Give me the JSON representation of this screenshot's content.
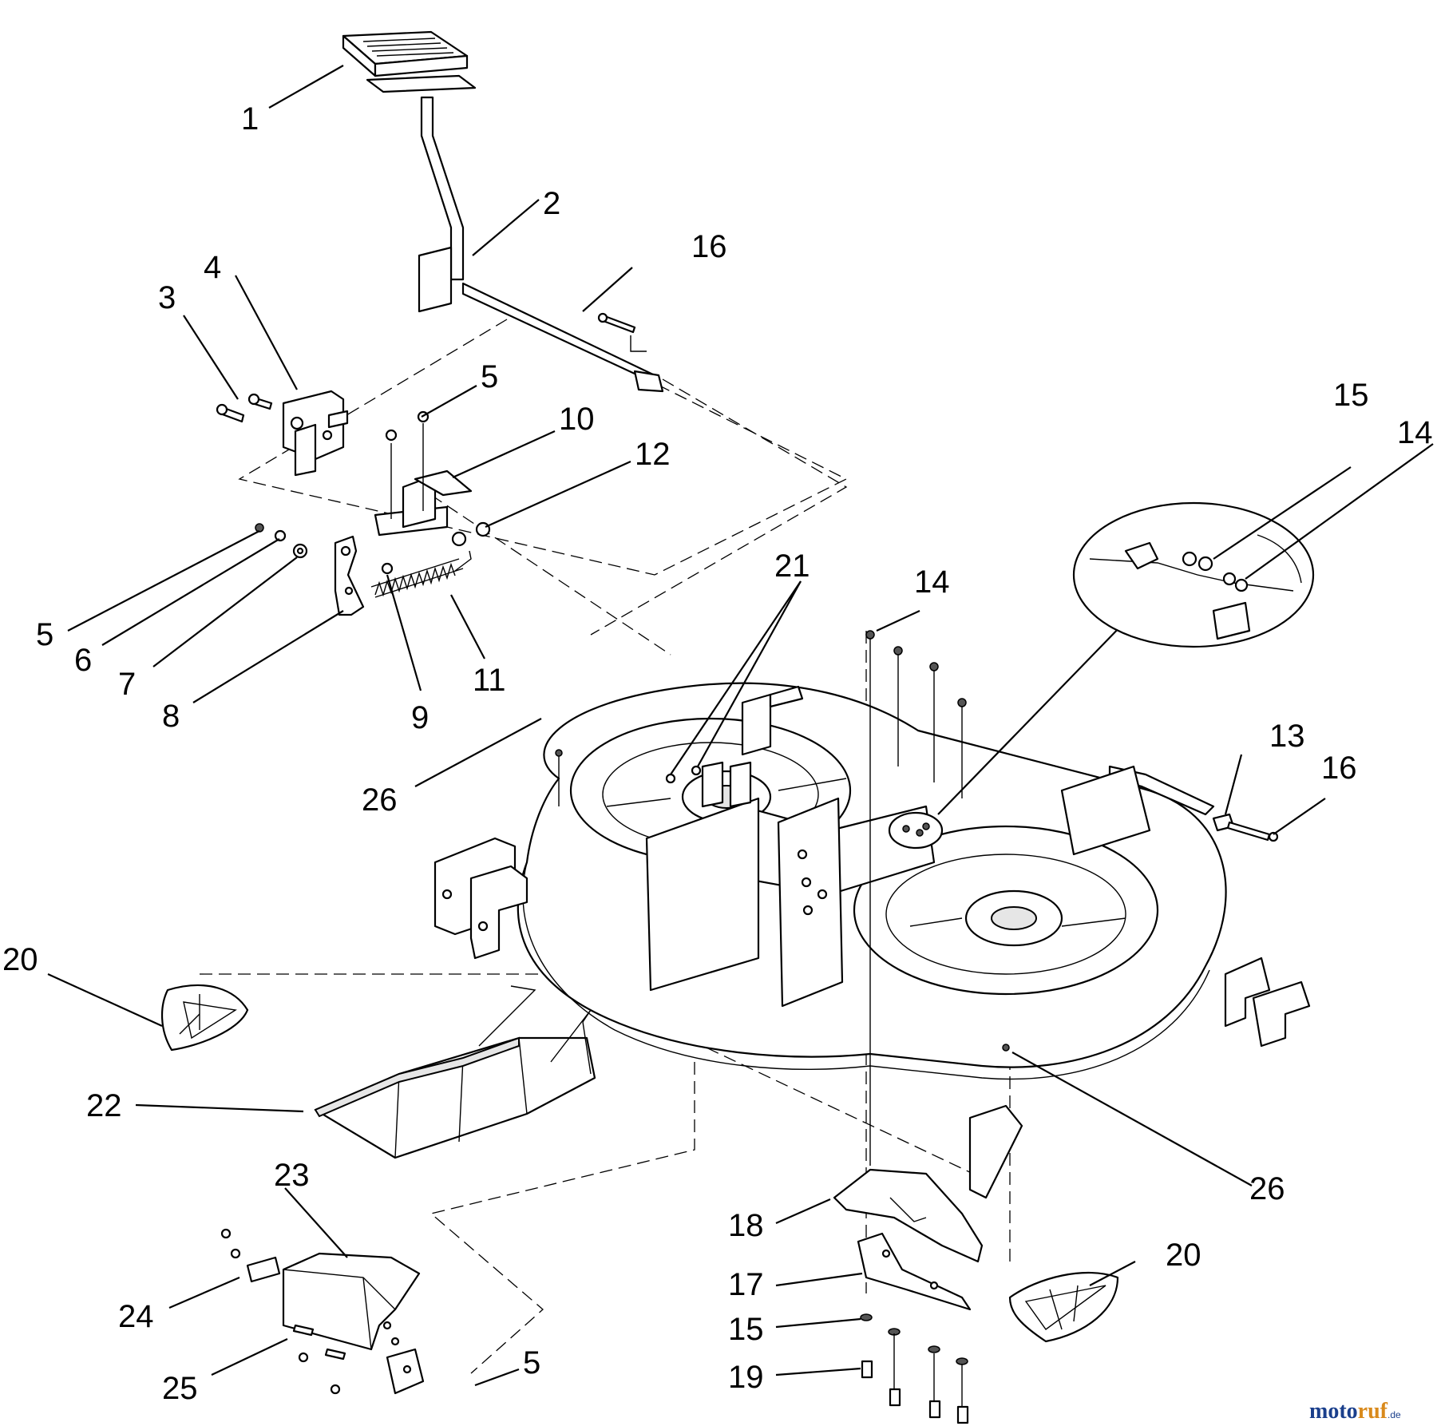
{
  "diagram": {
    "callouts": [
      {
        "id": "c1",
        "label": "1"
      },
      {
        "id": "c2",
        "label": "2"
      },
      {
        "id": "c3",
        "label": "3"
      },
      {
        "id": "c4",
        "label": "4"
      },
      {
        "id": "c5a",
        "label": "5"
      },
      {
        "id": "c5b",
        "label": "5"
      },
      {
        "id": "c5c",
        "label": "5"
      },
      {
        "id": "c6",
        "label": "6"
      },
      {
        "id": "c7",
        "label": "7"
      },
      {
        "id": "c8",
        "label": "8"
      },
      {
        "id": "c9",
        "label": "9"
      },
      {
        "id": "c10",
        "label": "10"
      },
      {
        "id": "c11",
        "label": "11"
      },
      {
        "id": "c12",
        "label": "12"
      },
      {
        "id": "c13",
        "label": "13"
      },
      {
        "id": "c14a",
        "label": "14"
      },
      {
        "id": "c14b",
        "label": "14"
      },
      {
        "id": "c15a",
        "label": "15"
      },
      {
        "id": "c15b",
        "label": "15"
      },
      {
        "id": "c16a",
        "label": "16"
      },
      {
        "id": "c16b",
        "label": "16"
      },
      {
        "id": "c17",
        "label": "17"
      },
      {
        "id": "c18",
        "label": "18"
      },
      {
        "id": "c19",
        "label": "19"
      },
      {
        "id": "c20a",
        "label": "20"
      },
      {
        "id": "c20b",
        "label": "20"
      },
      {
        "id": "c21",
        "label": "21"
      },
      {
        "id": "c22",
        "label": "22"
      },
      {
        "id": "c23",
        "label": "23"
      },
      {
        "id": "c24",
        "label": "24"
      },
      {
        "id": "c25",
        "label": "25"
      },
      {
        "id": "c26a",
        "label": "26"
      },
      {
        "id": "c26b",
        "label": "26"
      }
    ]
  },
  "watermark": {
    "brand_a": "moto",
    "brand_b": "ruf",
    "suffix": ".de"
  }
}
